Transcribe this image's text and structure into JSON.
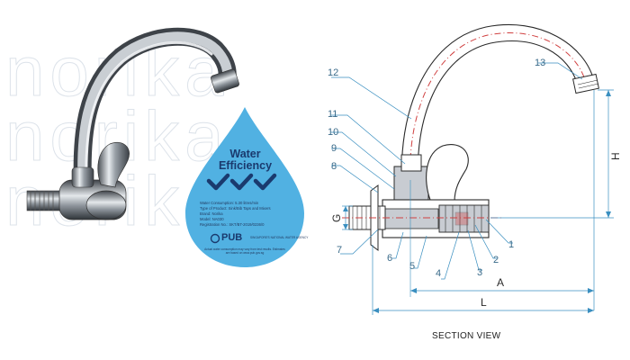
{
  "watermark": "norika",
  "badge": {
    "title_line1": "Water",
    "title_line2": "Efficiency",
    "ticks": 3,
    "details": [
      "Water Consumption: 5.30 litres/min",
      "Type of Product: Sink/Bib Taps and Mixers",
      "Brand: Norika",
      "Model: NA030",
      "Registration No.: SKT/BT-2019/0236/0"
    ],
    "logo_text": "PUB",
    "logo_subtext": "SINGAPORE'S NATIONAL WATER AGENCY",
    "footer": "Actual water consumption may vary from test results. Estimates are based on www.pub.gov.sg",
    "colors": {
      "drop": "#3aa7df",
      "text": "#1a3a6e",
      "tick": "#1a3a6e"
    }
  },
  "diagram": {
    "callouts": [
      "1",
      "2",
      "3",
      "4",
      "5",
      "6",
      "7",
      "8",
      "9",
      "10",
      "11",
      "12",
      "13"
    ],
    "dimension_labels": {
      "g": "G",
      "h": "H",
      "a": "A",
      "l": "L"
    },
    "caption": "SECTION VIEW",
    "colors": {
      "line": "#2a2a2a",
      "leader": "#3a8fc0",
      "centerline": "#d04040",
      "fill": "#c8ccd2"
    }
  }
}
